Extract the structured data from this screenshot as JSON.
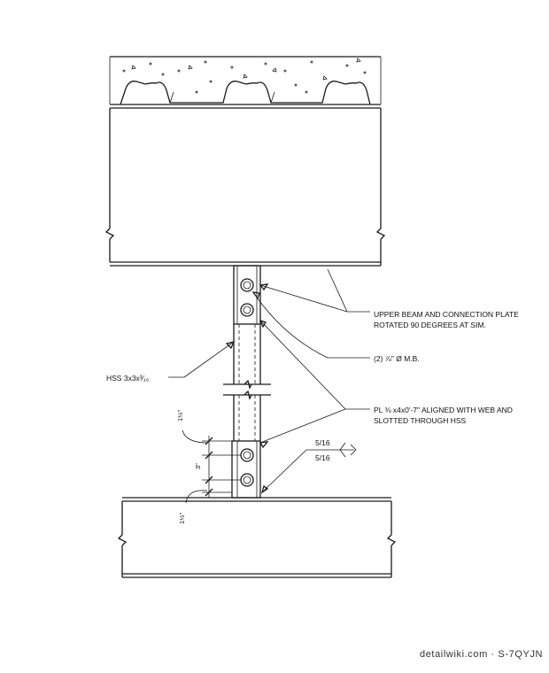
{
  "notes": {
    "upper_beam_line1": "UPPER BEAM AND CONNECTION PLATE",
    "upper_beam_line2": "ROTATED 90 DEGREES AT SIM.",
    "bolts": "(2) ⅞\" Ø M.B.",
    "plate_line1": "PL ⅜ x4x0'-7\" ALIGNED WITH WEB AND",
    "plate_line2": "SLOTTED THROUGH HSS",
    "hss": "HSS 3x3x³⁄₁₆"
  },
  "dimensions": {
    "edge_top": "1½\"",
    "bolt_spacing": "3\"",
    "edge_bottom": "1½\""
  },
  "weld": {
    "arrow_side": "5/16",
    "other_side": "5/16"
  },
  "watermark": "detailwiki.com · S-7QYJN"
}
